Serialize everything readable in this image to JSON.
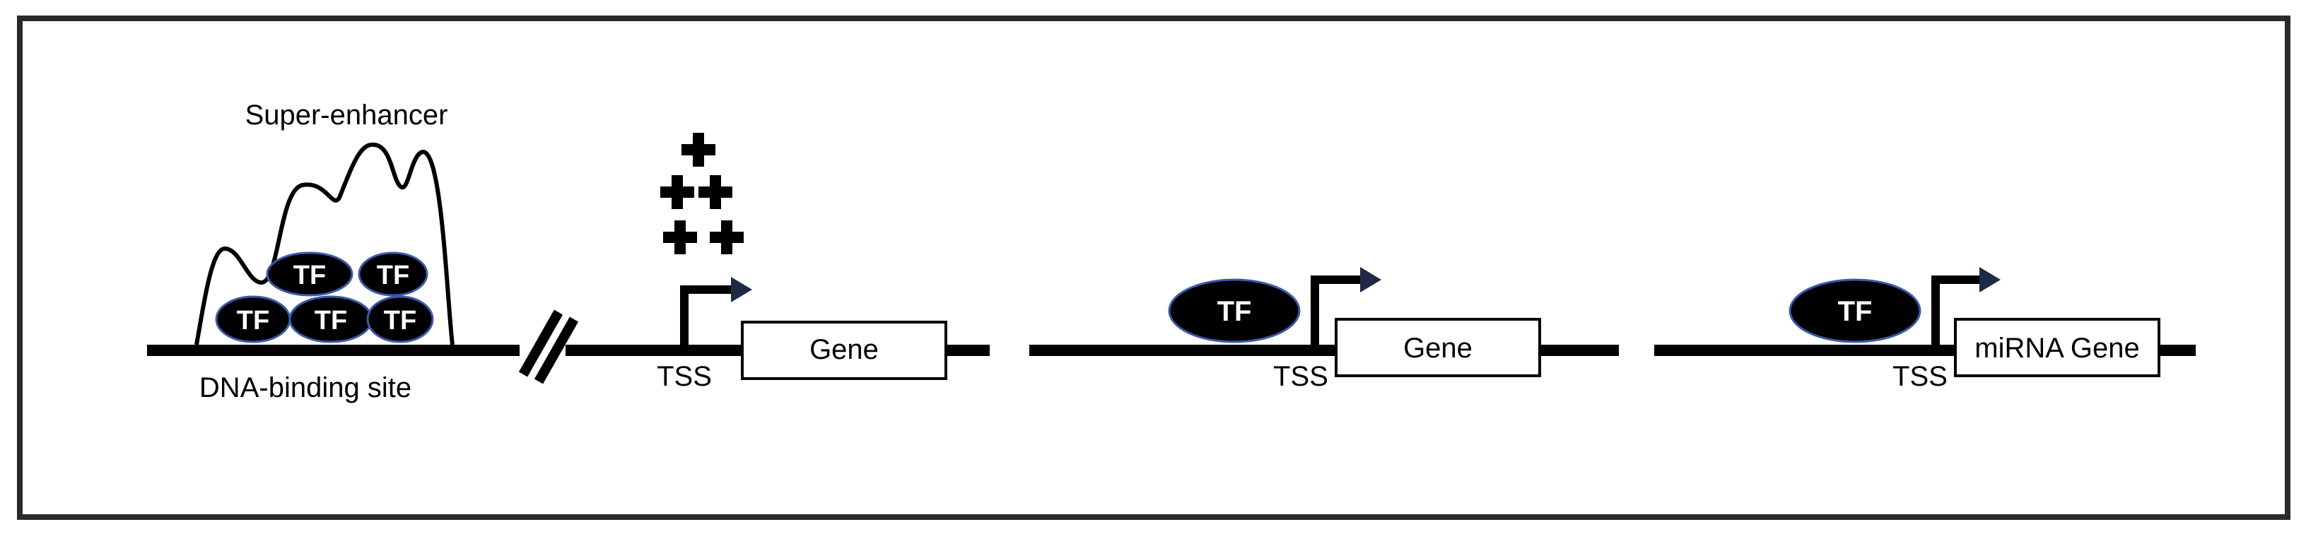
{
  "colors": {
    "line": "#000000",
    "background": "#ffffff",
    "tf_fill": "#000000",
    "tf_text": "#ffffff",
    "tf_outline": "#3b5aa8",
    "arrow_head": "#1e2a44"
  },
  "panel1": {
    "super_enhancer_label": "Super-enhancer",
    "binding_site_label": "DNA-binding site",
    "tf_labels": [
      "TF",
      "TF",
      "TF",
      "TF",
      "TF"
    ],
    "tss_label": "TSS",
    "gene_label": "Gene",
    "plus_symbol_count": 5
  },
  "panel2": {
    "tf_label": "TF",
    "tss_label": "TSS",
    "gene_label": "Gene"
  },
  "panel3": {
    "tf_label": "TF",
    "tss_label": "TSS",
    "gene_label": "miRNA Gene"
  }
}
